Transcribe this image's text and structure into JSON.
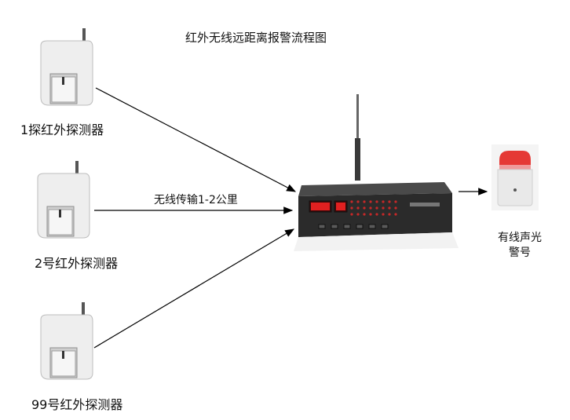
{
  "title": "红外无线远距离报警流程图",
  "detectors": [
    {
      "label": "1探红外探测器",
      "icon": "pir-detector-icon"
    },
    {
      "label": "2号红外探测器",
      "icon": "pir-detector-icon"
    },
    {
      "label": "99号红外探测器",
      "icon": "pir-detector-icon"
    }
  ],
  "link_label": "无线传输1-2公里",
  "host": {
    "icon": "alarm-host-icon",
    "antenna": "antenna-icon"
  },
  "siren": {
    "label": "有线声光警号",
    "icon": "strobe-siren-icon"
  },
  "colors": {
    "arrow": "#000000",
    "display_red": "#e02020",
    "panel": "#2b2b2b",
    "siren_red": "#e53935"
  }
}
